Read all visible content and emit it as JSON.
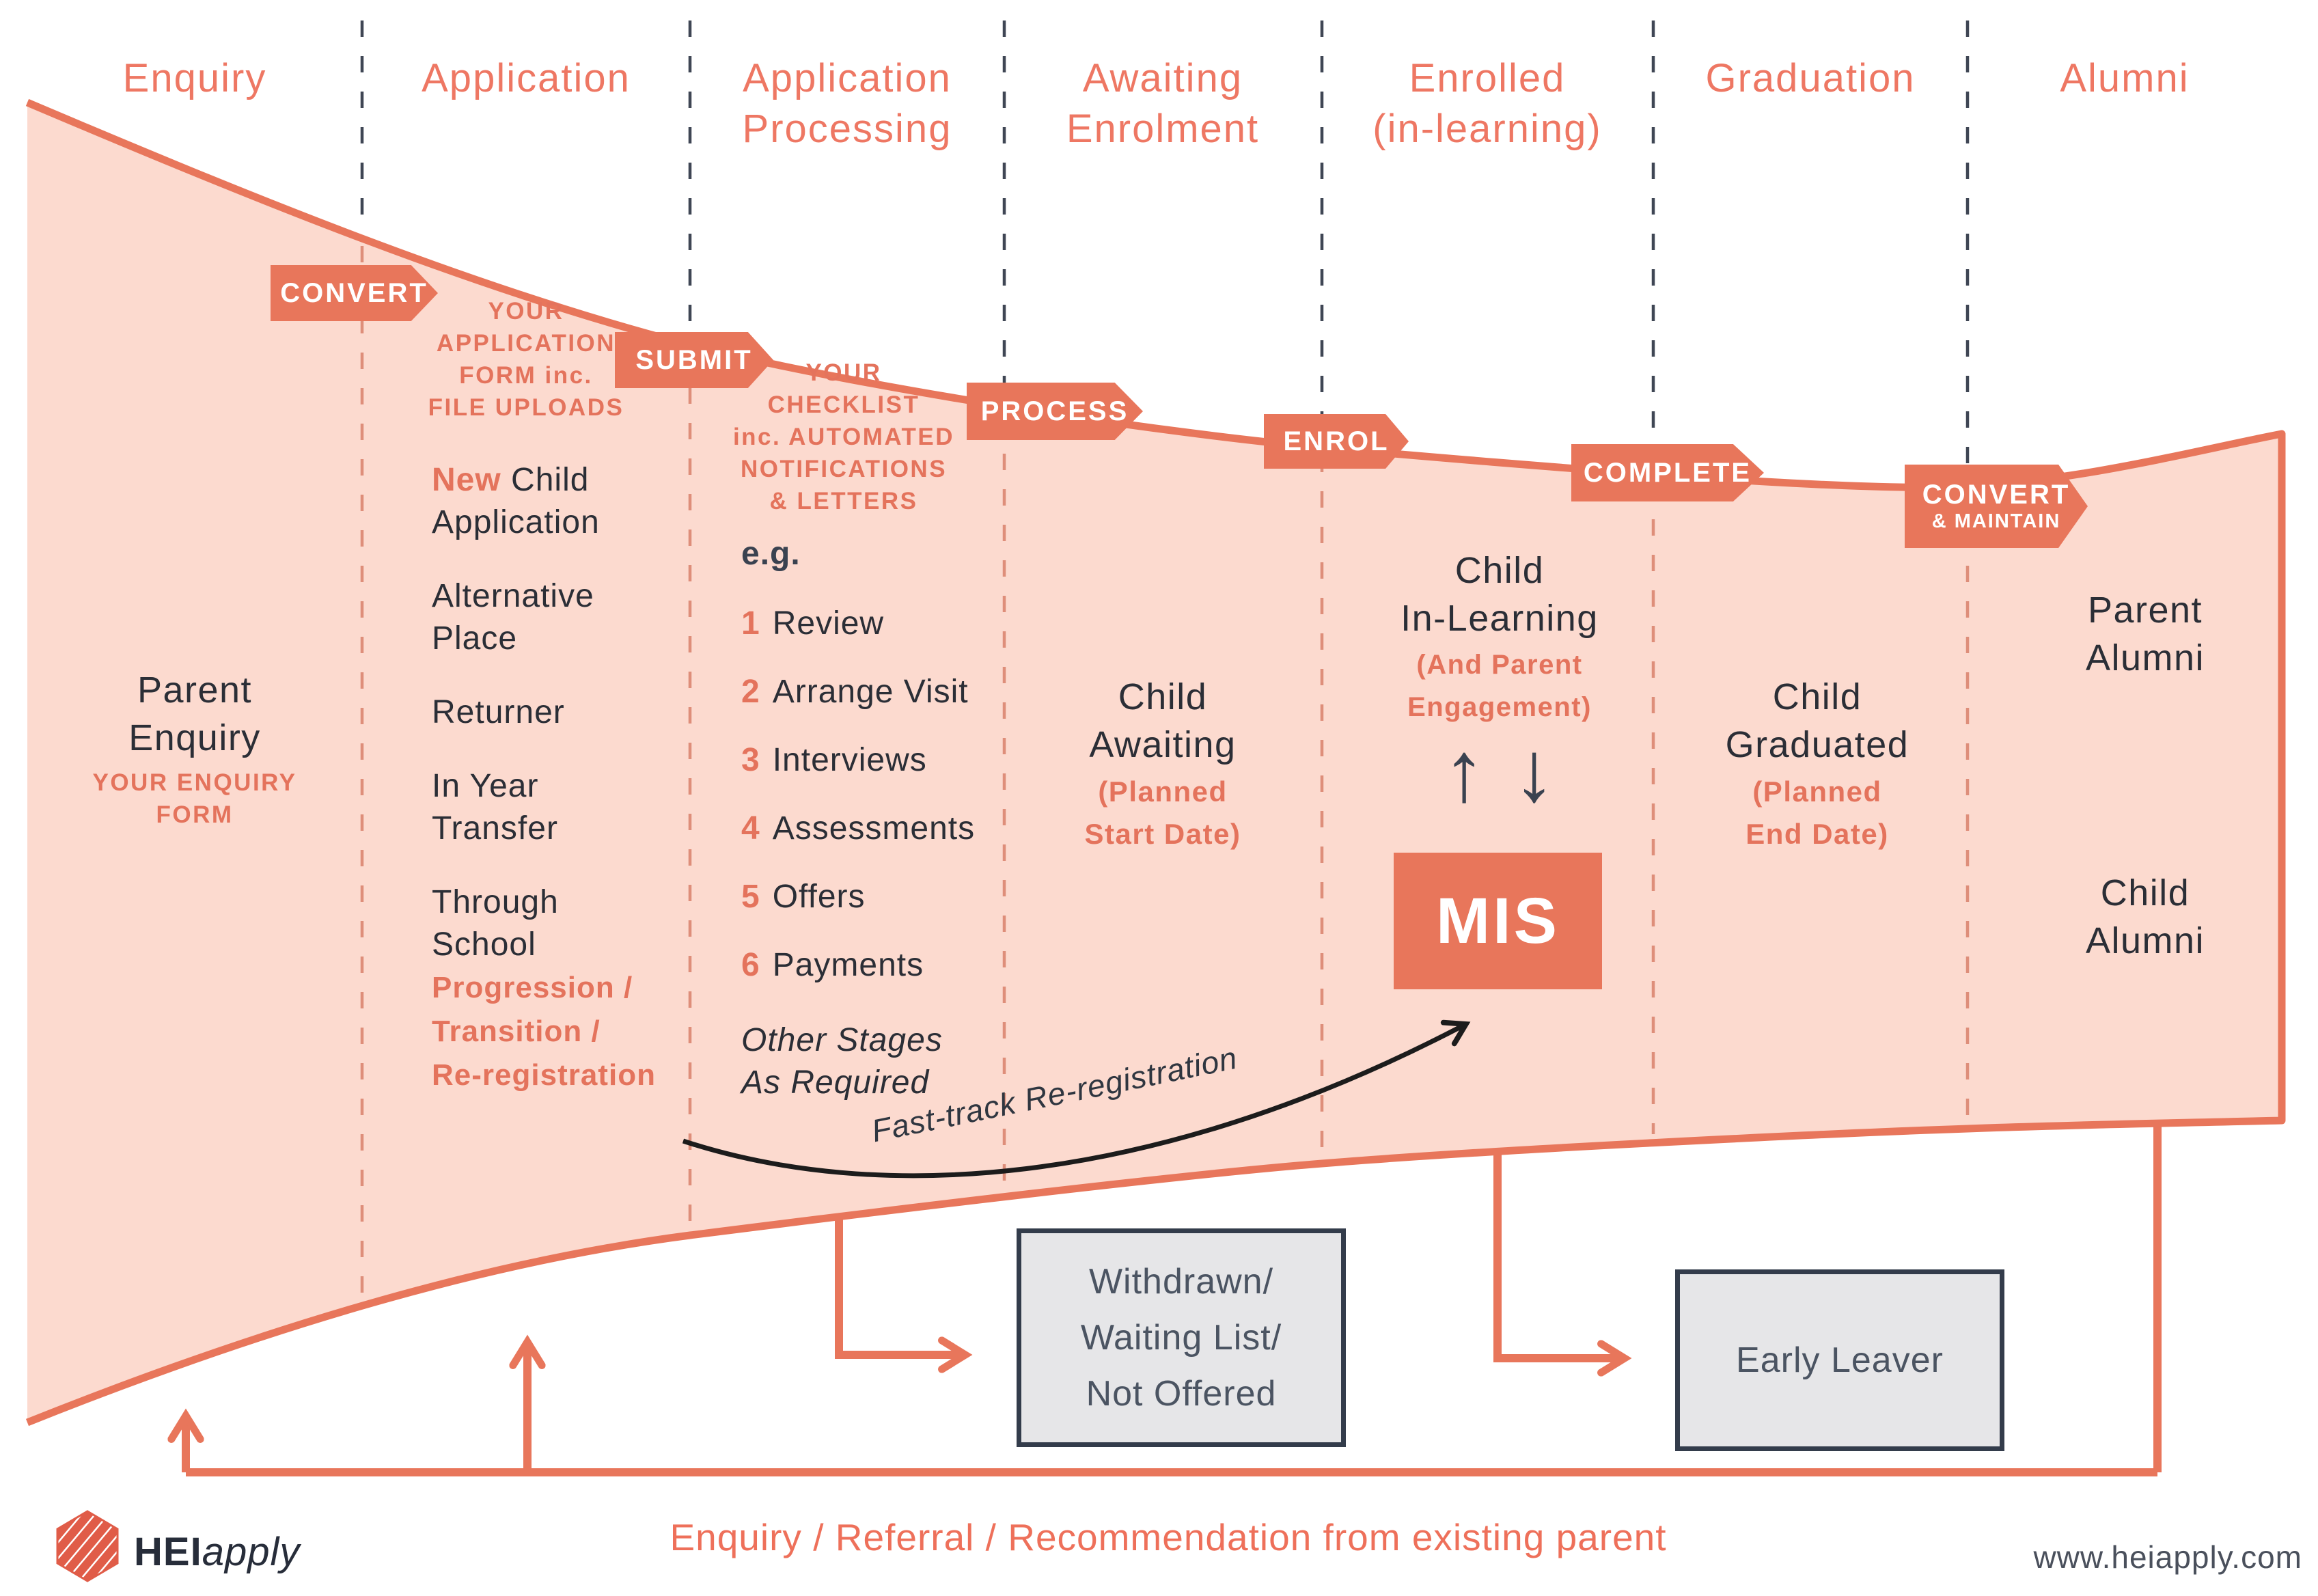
{
  "palette": {
    "funnel_fill": "#fcdacf",
    "accent_orange": "#e8765b",
    "header_orange": "#ee7763",
    "dark_text": "#2b2e36",
    "navy": "#3a4250",
    "gray_box_fill": "#e6e6e8"
  },
  "stages": [
    {
      "label": "Enquiry"
    },
    {
      "label": "Application"
    },
    {
      "label": "Application\nProcessing"
    },
    {
      "label": "Awaiting\nEnrolment"
    },
    {
      "label": "Enrolled\n(in-learning)"
    },
    {
      "label": "Graduation"
    },
    {
      "label": "Alumni"
    }
  ],
  "badges": {
    "convert": "CONVERT",
    "submit": "SUBMIT",
    "process": "PROCESS",
    "enrol": "ENROL",
    "complete": "COMPLETE",
    "convert_maintain_line1": "CONVERT",
    "convert_maintain_line2": "& MAINTAIN"
  },
  "columns": {
    "enquiry": {
      "title": "Parent\nEnquiry",
      "note": "YOUR ENQUIRY\nFORM"
    },
    "application": {
      "note": "YOUR\nAPPLICATION\nFORM inc.\nFILE UPLOADS",
      "items": [
        {
          "accent": "New",
          "text": " Child\nApplication"
        },
        {
          "accent": "",
          "text": "Alternative\nPlace"
        },
        {
          "accent": "",
          "text": "Returner"
        },
        {
          "accent": "",
          "text": "In Year\nTransfer"
        },
        {
          "accent": "",
          "text": "Through\nSchool"
        }
      ],
      "sub": "Progression /\nTransition /\nRe-registration"
    },
    "processing": {
      "note": "YOUR\nCHECKLIST\ninc. AUTOMATED\nNOTIFICATIONS\n& LETTERS",
      "eg": "e.g.",
      "steps": [
        {
          "n": "1",
          "label": "Review"
        },
        {
          "n": "2",
          "label": "Arrange Visit"
        },
        {
          "n": "3",
          "label": "Interviews"
        },
        {
          "n": "4",
          "label": "Assessments"
        },
        {
          "n": "5",
          "label": "Offers"
        },
        {
          "n": "6",
          "label": "Payments"
        }
      ],
      "other": "Other Stages\nAs Required"
    },
    "awaiting": {
      "title": "Child\nAwaiting",
      "note": "(Planned\nStart Date)"
    },
    "enrolled": {
      "title": "Child\nIn-Learning",
      "note": "(And Parent\nEngagement)",
      "up_arrow": "↑",
      "down_arrow": "↓",
      "mis": "MIS"
    },
    "graduation": {
      "title": "Child\nGraduated",
      "note": "(Planned\nEnd Date)"
    },
    "alumni": {
      "parent": "Parent\nAlumni",
      "child": "Child\nAlumni"
    }
  },
  "boxes": {
    "withdrawn": "Withdrawn/\nWaiting List/\nNot Offered",
    "early_leaver": "Early Leaver"
  },
  "fast_track_label": "Fast-track Re-registration",
  "footer": {
    "loop_label": "Enquiry / Referral / Recommendation from existing parent",
    "brand_bold": "HEI",
    "brand_light": "apply",
    "url": "www.heiapply.com"
  }
}
